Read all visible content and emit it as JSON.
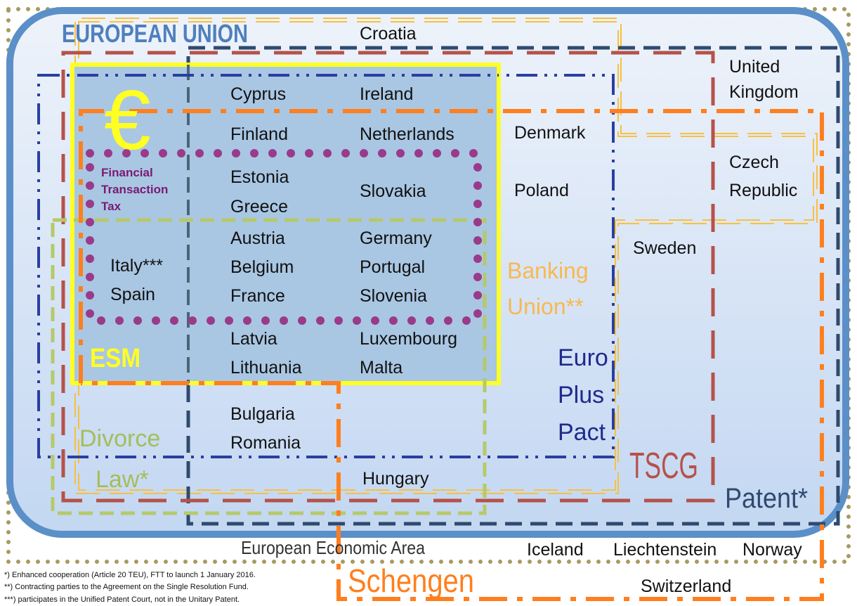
{
  "title": "EUROPEAN UNION",
  "euro_symbol": "€",
  "groups": {
    "ftt": "Financial Transaction Tax",
    "ftt_lines": [
      "Financial",
      "Transaction",
      "Tax"
    ],
    "esm": "ESM",
    "banking_union": [
      "Banking",
      "Union**"
    ],
    "euro_plus_pact": [
      "Euro",
      "Plus",
      "Pact"
    ],
    "tscg": "TSCG",
    "patent": "Patent*",
    "divorce_law": [
      "Divorce",
      "Law*"
    ],
    "eea": "European Economic Area",
    "schengen": "Schengen"
  },
  "countries": {
    "croatia": "Croatia",
    "cyprus": "Cyprus",
    "ireland": "Ireland",
    "finland": "Finland",
    "netherlands": "Netherlands",
    "estonia": "Estonia",
    "greece": "Greece",
    "slovakia": "Slovakia",
    "italy": "Italy***",
    "spain": "Spain",
    "austria": "Austria",
    "belgium": "Belgium",
    "france": "France",
    "germany": "Germany",
    "portugal": "Portugal",
    "slovenia": "Slovenia",
    "latvia": "Latvia",
    "lithuania": "Lithuania",
    "luxembourg": "Luxembourg",
    "malta": "Malta",
    "bulgaria": "Bulgaria",
    "romania": "Romania",
    "hungary": "Hungary",
    "denmark": "Denmark",
    "poland": "Poland",
    "sweden": "Sweden",
    "uk": [
      "United",
      "Kingdom"
    ],
    "czech": [
      "Czech",
      "Republic"
    ],
    "iceland": "Iceland",
    "liechtenstein": "Liechtenstein",
    "norway": "Norway",
    "switzerland": "Switzerland"
  },
  "footnotes": [
    "*) Enhanced cooperation (Article 20 TEU), FTT to launch 1 January 2016.",
    "**) Contracting parties to the Agreement on the Single Resolution Fund.",
    "***) participates in the Unified Patent Court, not in the Unitary Patent."
  ],
  "colors": {
    "eu": "#5b8fc8",
    "eurozone": "#ffff22",
    "eurozone_fill": "#a9c7e3",
    "tscg": "#b5524a",
    "patent": "#2e4a6e",
    "euro_plus": "#2a3fa0",
    "divorce": "#b5c96a",
    "ftt": "#9a3a8a",
    "schengen": "#ff7f1e",
    "banking": "#f8c040",
    "eea": "#a89a60"
  }
}
